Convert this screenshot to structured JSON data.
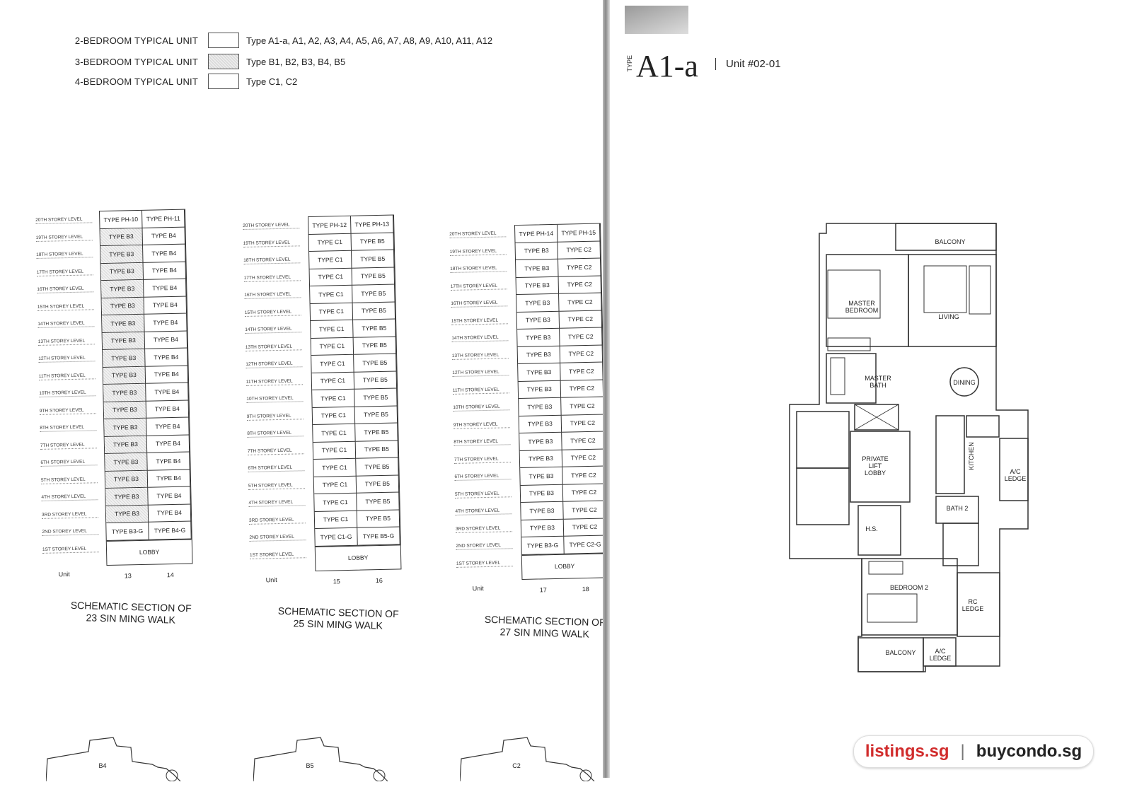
{
  "legend": [
    {
      "label": "2-BEDROOM TYPICAL UNIT",
      "types": "Type A1-a, A1, A2, A3, A4, A5, A6, A7, A8, A9, A10, A11, A12",
      "shaded": false
    },
    {
      "label": "3-BEDROOM TYPICAL UNIT",
      "types": "Type B1, B2, B3, B4, B5",
      "shaded": true
    },
    {
      "label": "4-BEDROOM TYPICAL UNIT",
      "types": "Type C1, C2",
      "shaded": false
    }
  ],
  "levels": [
    "20TH STOREY LEVEL",
    "19TH STOREY LEVEL",
    "18TH STOREY LEVEL",
    "17TH STOREY LEVEL",
    "16TH STOREY LEVEL",
    "15TH STOREY LEVEL",
    "14TH STOREY LEVEL",
    "13TH STOREY LEVEL",
    "12TH STOREY LEVEL",
    "11TH STOREY LEVEL",
    "10TH STOREY LEVEL",
    "9TH STOREY LEVEL",
    "8TH STOREY LEVEL",
    "7TH STOREY LEVEL",
    "6TH STOREY LEVEL",
    "5TH STOREY LEVEL",
    "4TH STOREY LEVEL",
    "3RD STOREY LEVEL",
    "2ND STOREY LEVEL",
    "1ST STOREY LEVEL"
  ],
  "blocks": [
    {
      "title": "SCHEMATIC SECTION OF\n23 SIN MING WALK",
      "unit_label": "Unit",
      "units": [
        "13",
        "14"
      ],
      "lobby": "LOBBY",
      "col1": [
        "TYPE PH-10",
        "TYPE B3",
        "TYPE B3",
        "TYPE B3",
        "TYPE B3",
        "TYPE B3",
        "TYPE B3",
        "TYPE B3",
        "TYPE B3",
        "TYPE B3",
        "TYPE B3",
        "TYPE B3",
        "TYPE B3",
        "TYPE B3",
        "TYPE B3",
        "TYPE B3",
        "TYPE B3",
        "TYPE B3",
        "TYPE B3-G"
      ],
      "col2": [
        "TYPE PH-11",
        "TYPE B4",
        "TYPE B4",
        "TYPE B4",
        "TYPE B4",
        "TYPE B4",
        "TYPE B4",
        "TYPE B4",
        "TYPE B4",
        "TYPE B4",
        "TYPE B4",
        "TYPE B4",
        "TYPE B4",
        "TYPE B4",
        "TYPE B4",
        "TYPE B4",
        "TYPE B4",
        "TYPE B4",
        "TYPE B4-G"
      ],
      "shade1": true,
      "shade2": false,
      "plan_label": "B4"
    },
    {
      "title": "SCHEMATIC SECTION OF\n25 SIN MING WALK",
      "unit_label": "Unit",
      "units": [
        "15",
        "16"
      ],
      "lobby": "LOBBY",
      "col1": [
        "TYPE PH-12",
        "TYPE C1",
        "TYPE C1",
        "TYPE C1",
        "TYPE C1",
        "TYPE C1",
        "TYPE C1",
        "TYPE C1",
        "TYPE C1",
        "TYPE C1",
        "TYPE C1",
        "TYPE C1",
        "TYPE C1",
        "TYPE C1",
        "TYPE C1",
        "TYPE C1",
        "TYPE C1",
        "TYPE C1",
        "TYPE C1-G"
      ],
      "col2": [
        "TYPE PH-13",
        "TYPE B5",
        "TYPE B5",
        "TYPE B5",
        "TYPE B5",
        "TYPE B5",
        "TYPE B5",
        "TYPE B5",
        "TYPE B5",
        "TYPE B5",
        "TYPE B5",
        "TYPE B5",
        "TYPE B5",
        "TYPE B5",
        "TYPE B5",
        "TYPE B5",
        "TYPE B5",
        "TYPE B5",
        "TYPE B5-G"
      ],
      "shade1": false,
      "shade2": false,
      "plan_label": "B5"
    },
    {
      "title": "SCHEMATIC SECTION OF\n27 SIN MING WALK",
      "unit_label": "Unit",
      "units": [
        "17",
        "18"
      ],
      "lobby": "LOBBY",
      "col1": [
        "TYPE PH-14",
        "TYPE B3",
        "TYPE B3",
        "TYPE B3",
        "TYPE B3",
        "TYPE B3",
        "TYPE B3",
        "TYPE B3",
        "TYPE B3",
        "TYPE B3",
        "TYPE B3",
        "TYPE B3",
        "TYPE B3",
        "TYPE B3",
        "TYPE B3",
        "TYPE B3",
        "TYPE B3",
        "TYPE B3",
        "TYPE B3-G"
      ],
      "col2": [
        "TYPE PH-15",
        "TYPE C2",
        "TYPE C2",
        "TYPE C2",
        "TYPE C2",
        "TYPE C2",
        "TYPE C2",
        "TYPE C2",
        "TYPE C2",
        "TYPE C2",
        "TYPE C2",
        "TYPE C2",
        "TYPE C2",
        "TYPE C2",
        "TYPE C2",
        "TYPE C2",
        "TYPE C2",
        "TYPE C2",
        "TYPE C2-G"
      ],
      "shade1": false,
      "shade2": false,
      "plan_label": "C2"
    }
  ],
  "unit_sheet": {
    "type_prefix": "TYPE",
    "type_name": "A1-a",
    "unit_number": "Unit #02-01"
  },
  "rooms": {
    "balcony_top": "BALCONY",
    "master_bedroom": "MASTER\nBEDROOM",
    "living": "LIVING",
    "master_bath": "MASTER\nBATH",
    "dining": "DINING",
    "private_lift_lobby": "PRIVATE\nLIFT\nLOBBY",
    "kitchen": "KITCHEN",
    "ac_ledge_right": "A/C\nLEDGE",
    "bath_2": "BATH 2",
    "hs": "H.S.",
    "bedroom_2": "BEDROOM 2",
    "rc_ledge": "RC\nLEDGE",
    "balcony_bottom": "BALCONY",
    "ac_ledge_bottom": "A/C\nLEDGE"
  },
  "watermark": {
    "site_a": "listings.sg",
    "separator": "|",
    "site_b": "buycondo.sg"
  }
}
